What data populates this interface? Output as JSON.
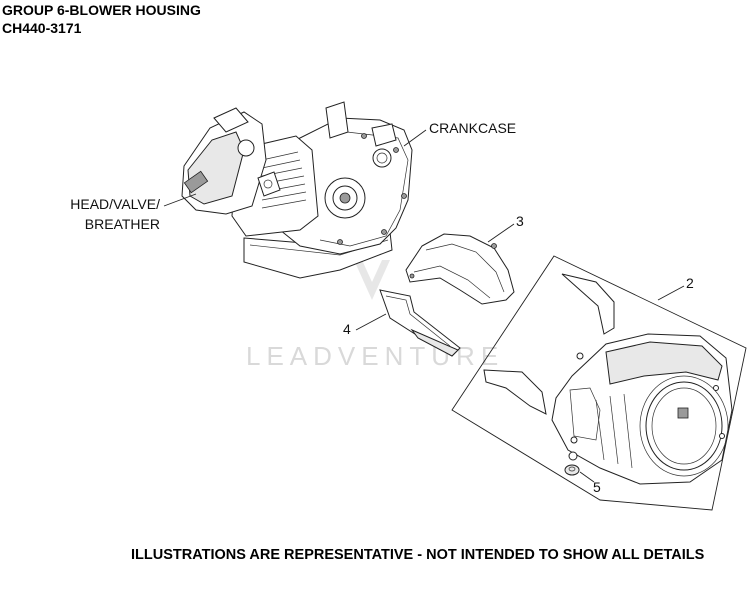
{
  "header": {
    "title": "GROUP 6-BLOWER HOUSING",
    "model": "CH440-3171"
  },
  "labels": {
    "crankcase": "CRANKCASE",
    "head_line1": "HEAD/VALVE/",
    "head_line2": "BREATHER",
    "callout_2": "2",
    "callout_3": "3",
    "callout_4": "4",
    "callout_5": "5"
  },
  "watermark": "LEADVENTURE",
  "footer": "ILLUSTRATIONS ARE REPRESENTATIVE - NOT INTENDED TO SHOW ALL DETAILS"
}
